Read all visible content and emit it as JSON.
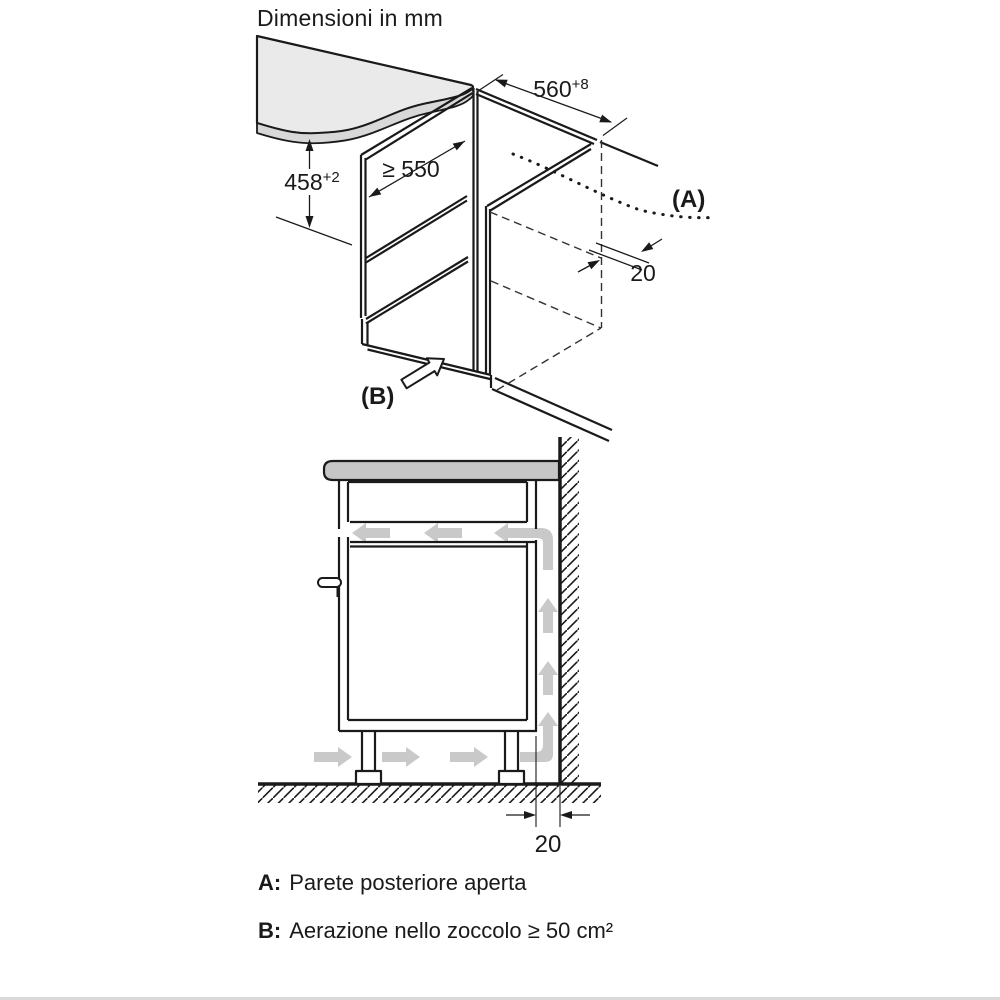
{
  "title": "Dimensioni in mm",
  "top_diagram": {
    "width_dim": {
      "value": "560",
      "sup": "+8"
    },
    "height_dim": {
      "value": "458",
      "sup": "+2"
    },
    "depth_dim": "≥ 550",
    "gap_dim": "20",
    "label_a": "(A)",
    "label_b": "(B)"
  },
  "bottom_diagram": {
    "gap_dim": "20"
  },
  "legend": {
    "items": [
      {
        "key": "A:",
        "text": "Parete posteriore aperta"
      },
      {
        "key": "B:",
        "text": "Aerazione nello zoccolo ≥ 50 cm²"
      }
    ]
  },
  "colors": {
    "line": "#1a1a1a",
    "worktop_top": "#eaeaea",
    "worktop_edge": "#d8d8d8",
    "countertop_side": "#c6c6c6",
    "airflow_arrow": "#c9c9c9",
    "background": "#ffffff"
  }
}
